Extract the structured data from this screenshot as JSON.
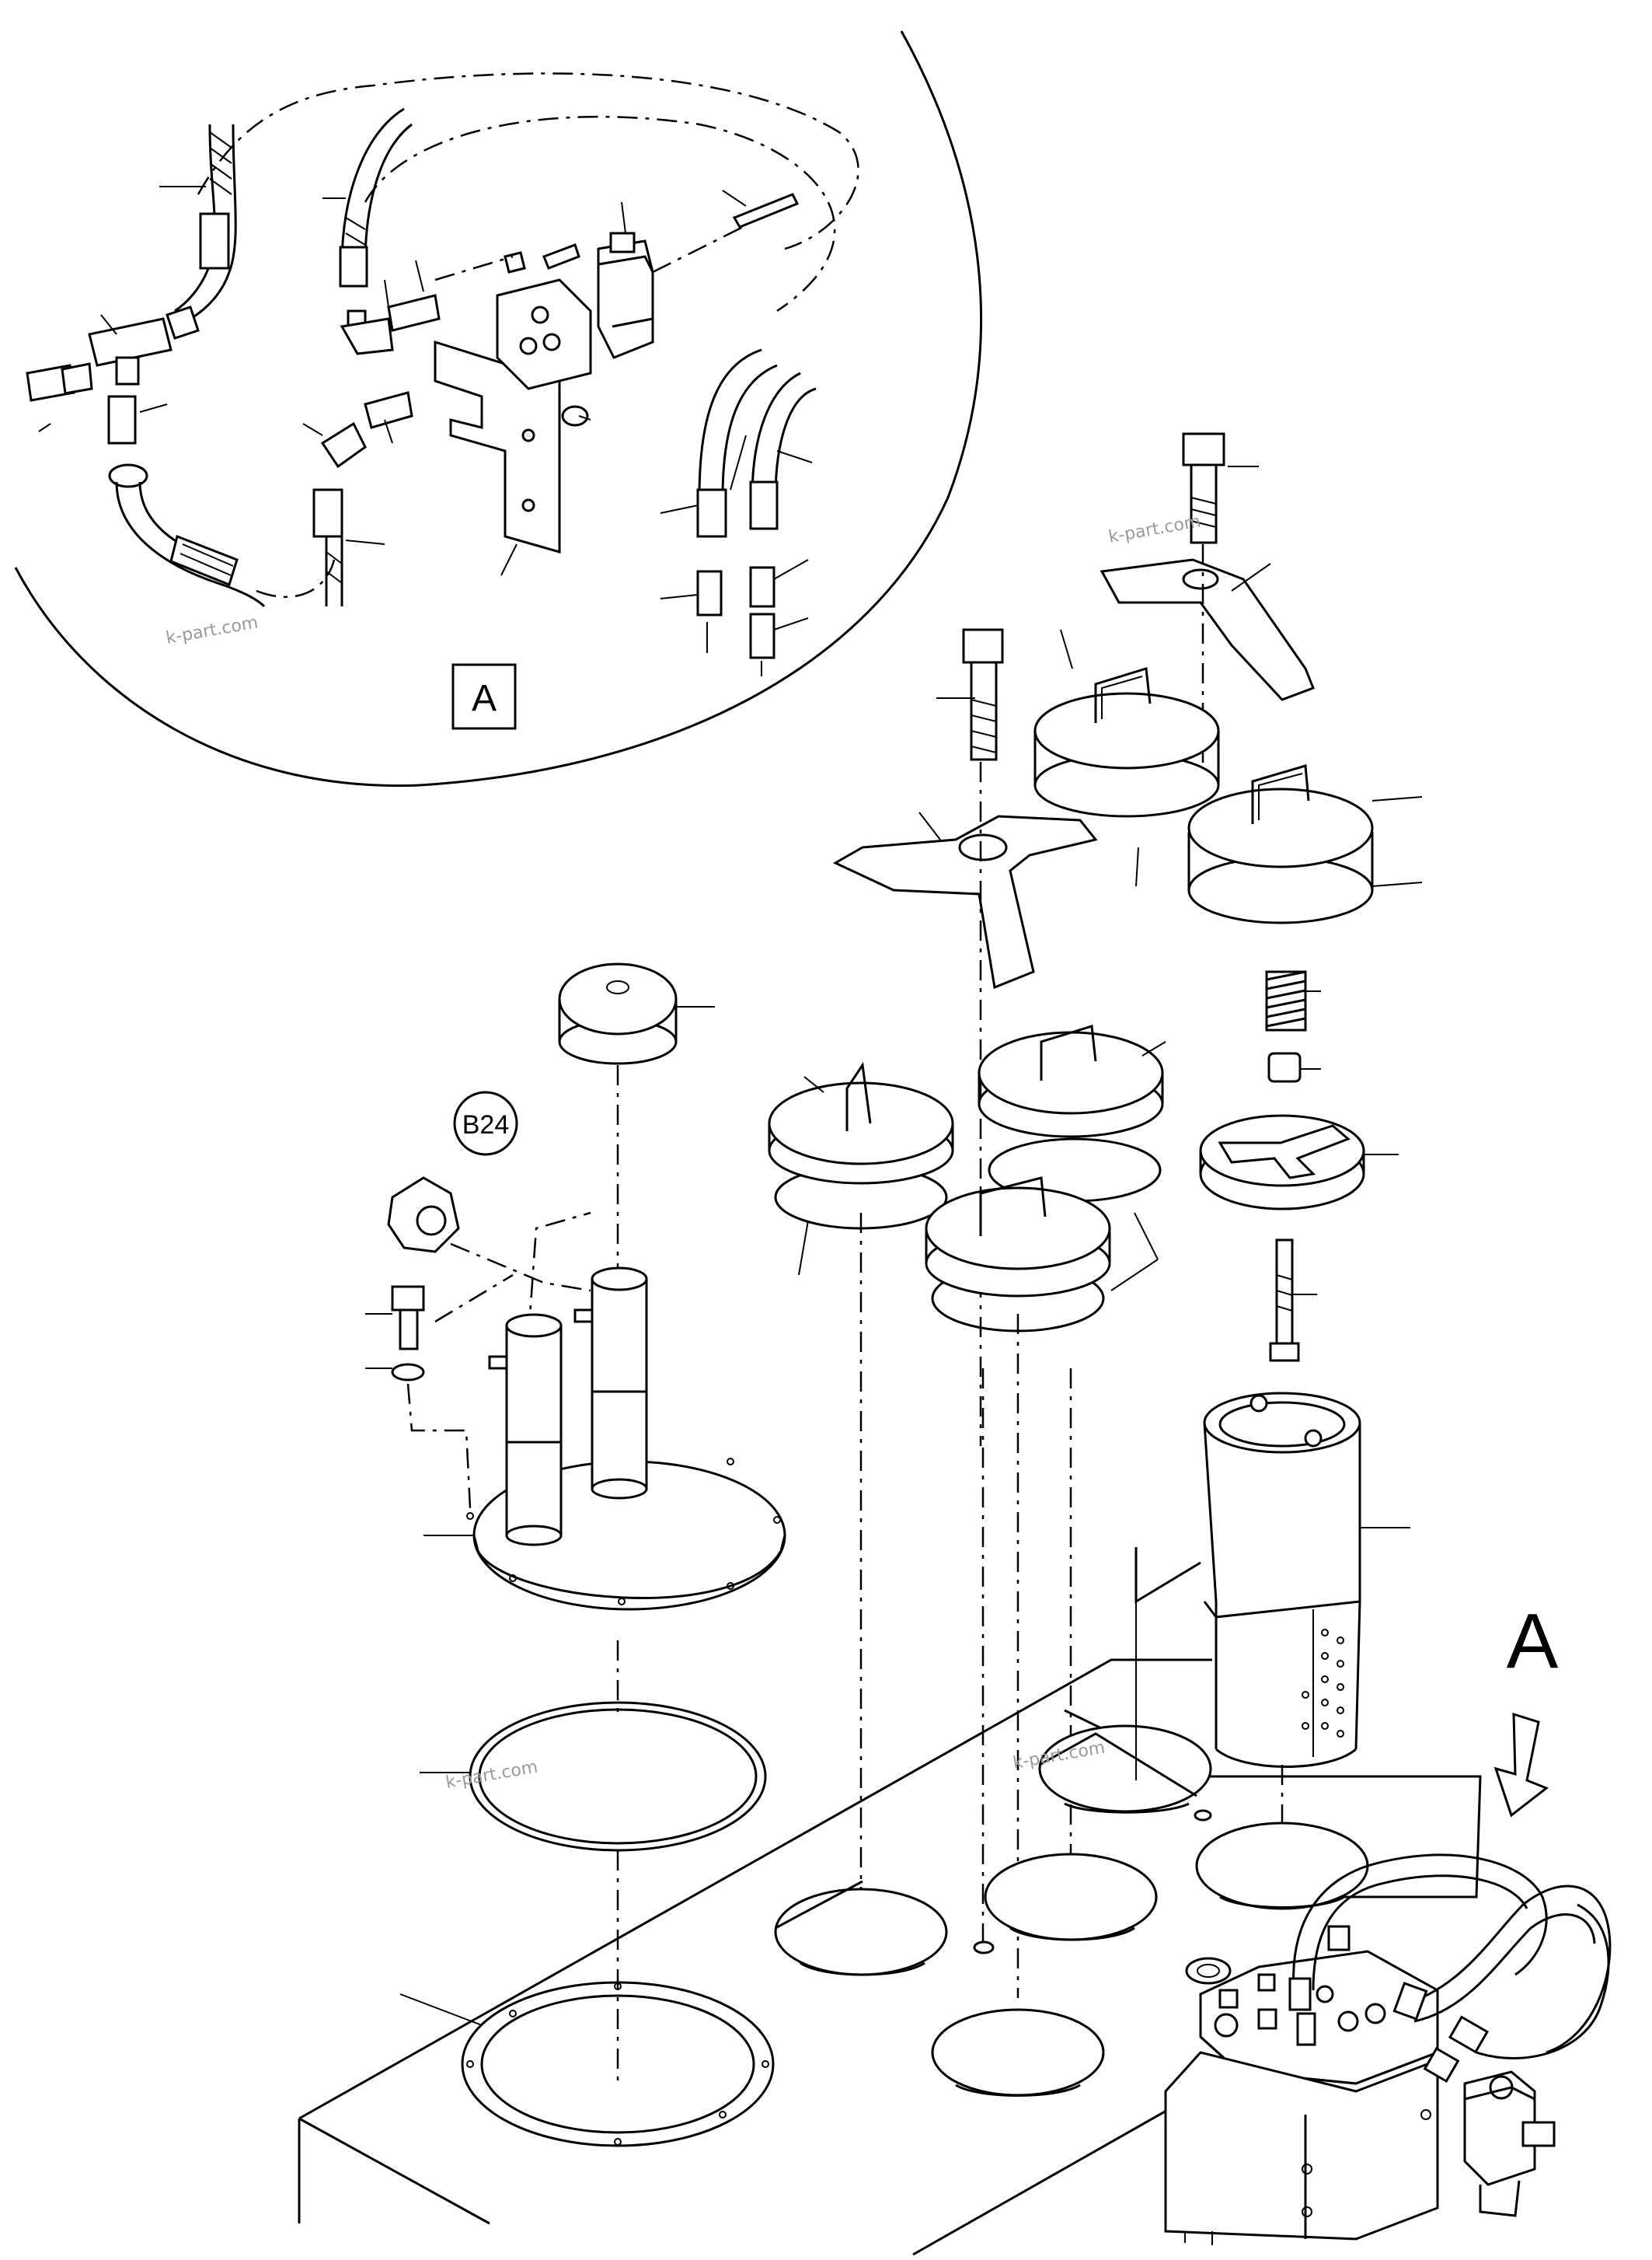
{
  "view_label": "A",
  "arrow_label": "A",
  "group_label": "B24",
  "watermarks": [
    "k-part.com",
    "k-part.com",
    "k-part.com",
    "k-part.com"
  ],
  "colors": {
    "line": "#000000",
    "background": "#ffffff",
    "watermark": "#9a9a9a"
  }
}
